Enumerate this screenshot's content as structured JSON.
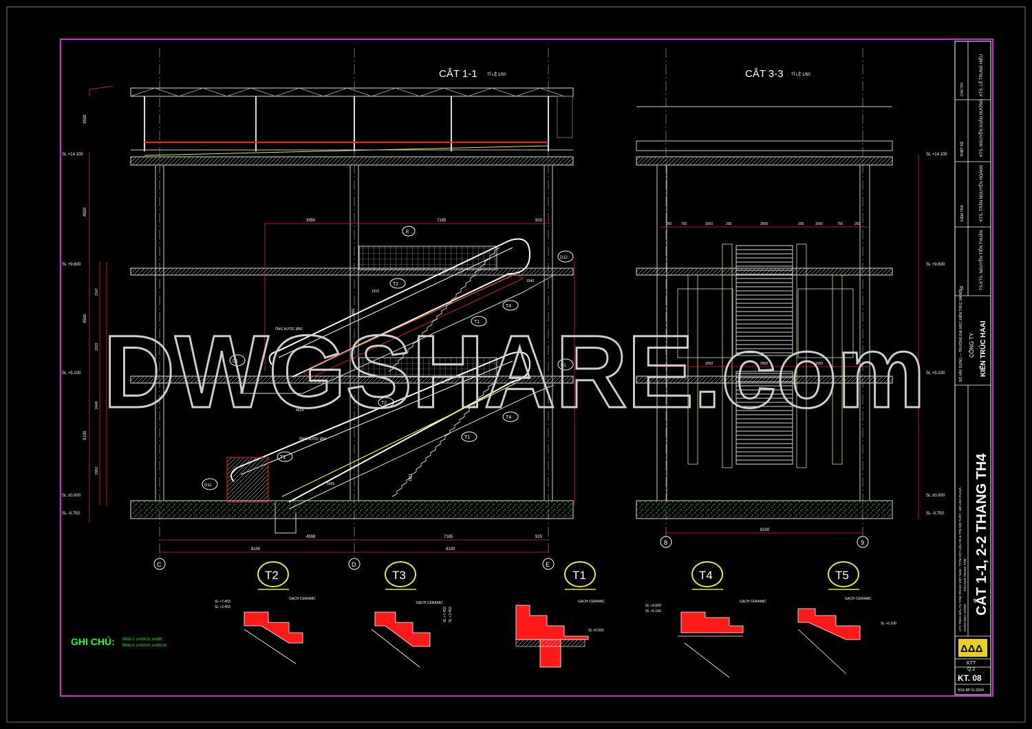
{
  "drawing": {
    "section_1_title": "CẮT 1-1",
    "section_3_title": "CẮT 3-3",
    "scale_note": "TỈ LỆ 1/50",
    "watermark": "DWGSHARE.com",
    "axes_left": [
      "C",
      "D",
      "E"
    ],
    "axes_right": [
      "8",
      "9"
    ],
    "levels_left": [
      "SL +14.100",
      "SL +9.600",
      "SL +5.100",
      "SL ±0.000",
      "SL -0.750"
    ],
    "levels_right": [
      "SL +14.100",
      "SL +9.600",
      "SL +5.100",
      "SL ±0.000",
      "SL -0.750"
    ],
    "dims_bottom_left": [
      "4598",
      "7185",
      "915",
      "8100",
      "8100"
    ],
    "dims_bottom_right": "8100",
    "dims_right_top": [
      "250",
      "750",
      "1550",
      "200",
      "2600",
      "200",
      "1550",
      "750",
      "250"
    ],
    "dims_right_mid": [
      "1550",
      "2600",
      "1550"
    ],
    "dims_left_top": [
      "3950",
      "7185",
      "920"
    ],
    "dims_left_vert": [
      "3500",
      "4500",
      "4500",
      "5100"
    ],
    "stair_dims": [
      "1910",
      "2147",
      "2333",
      "2448",
      "2952",
      "1950",
      "5026",
      "4524",
      "1952",
      "1540"
    ],
    "pipe_label": "ỐNG NƯỚC Ø50",
    "callouts": [
      "T1",
      "T2",
      "T3",
      "T4",
      "E",
      "D1",
      "D1",
      "D1",
      "D11",
      "D12"
    ],
    "details": [
      {
        "label": "T2",
        "material": "GẠCH CERAMIC",
        "levels": [
          "SL +7.453",
          "SL +2.453"
        ]
      },
      {
        "label": "T3",
        "material": "GẠCH CERAMIC",
        "levels": [
          "SL +7.453",
          "SL +2.453"
        ]
      },
      {
        "label": "T1",
        "material": "GẠCH CERAMIC",
        "levels": [
          "SL ±0.000"
        ]
      },
      {
        "label": "T4",
        "material": "GẠCH CERAMIC",
        "levels": [
          "SL +9.600",
          "SL +5.100"
        ]
      },
      {
        "label": "T5",
        "material": "GẠCH CERAMIC",
        "levels": [
          "SL +5.100"
        ]
      }
    ],
    "notes_title": "GHI CHÚ:",
    "notes": [
      "TẦNG 1: c=164.52, b=285",
      "TẦNG 2: c=165.67, b=285.00"
    ]
  },
  "title_block": {
    "row1": "KTS. LÊ TRUNG HIẾU",
    "row2": "KTS. NGUYỄN XUÂN HƯỚNG",
    "row3": "KTS. TRẦN NGUYỄN HOÀNG",
    "row4": "TS.KTS. NGUYỄN TIẾN THUẬN",
    "role_labels": [
      "CHỦ TRÌ",
      "THIẾT KẾ",
      "KIỂM TRA",
      "VẼ"
    ],
    "org_small": "BỘ XÂY DỰNG — TRƯỜNG ĐẠI HỌC KIẾN TRÚC HÀ NỘI",
    "company_prefix": "CÔNG TY",
    "company_name": "KIẾN TRÚC HAAI",
    "project": "CTY TNHH ĐẦU TƯ TAM TRANG VIỆT NAM - TTTM VẬT LIỆU XD & TTB NỘI THẤT - MÊ LINH PLAZA",
    "item_label": "HẠNG MỤC CHÍNH",
    "item_sub": "TÒA NHÀ TRUNG TÂM",
    "sheet_title": "CẮT 1-1, 2-2 THANG TH4",
    "logo_text": "KTT",
    "phase": "Q.2",
    "sheet_no": "KT. 08",
    "footer": "W11-BP  01-2004",
    "cad_logo": "ΔΔΔ"
  }
}
